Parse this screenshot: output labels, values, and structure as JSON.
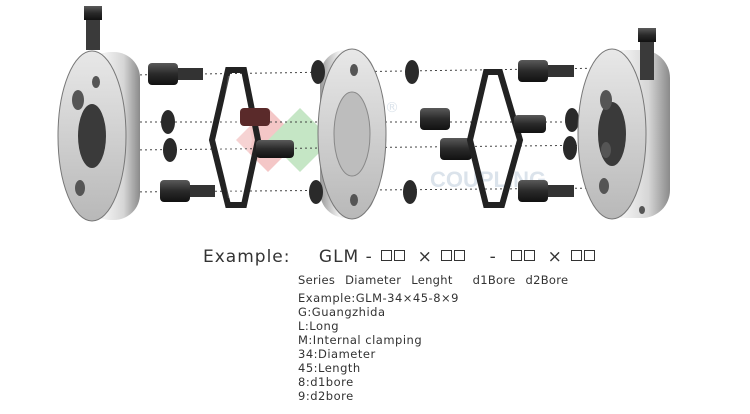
{
  "figure": {
    "logo_text": "COUPLING",
    "registered_mark": "®"
  },
  "example": {
    "label": "Example:",
    "code_prefix": "GLM -",
    "times1": "×",
    "dash": "-",
    "times2": "×"
  },
  "legend": [
    "Series",
    "Diameter",
    "Lenght",
    "d1Bore",
    "d2Bore"
  ],
  "details": [
    "Example:GLM-34×45-8×9",
    "G:Guangzhida",
    "L:Long",
    "M:Internal clamping",
    "34:Diameter",
    "45:Length",
    "8:d1bore",
    "9:d2bore"
  ]
}
